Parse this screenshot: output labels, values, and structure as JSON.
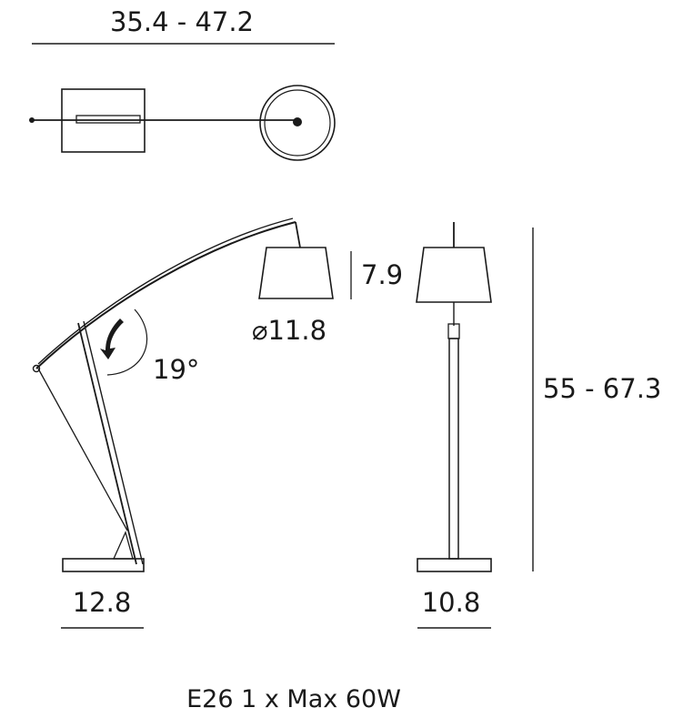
{
  "dimensions": {
    "top_width": "35.4 - 47.2",
    "shade_height": "7.9",
    "shade_diameter": "⌀11.8",
    "tilt_angle": "19°",
    "base_depth": "12.8",
    "base_width": "10.8",
    "overall_height": "55 - 67.3"
  },
  "spec": {
    "bulb": "E26  1 x Max 60W"
  },
  "icons": {
    "rotation_arrow": "curved-rotation-arrow-icon"
  }
}
